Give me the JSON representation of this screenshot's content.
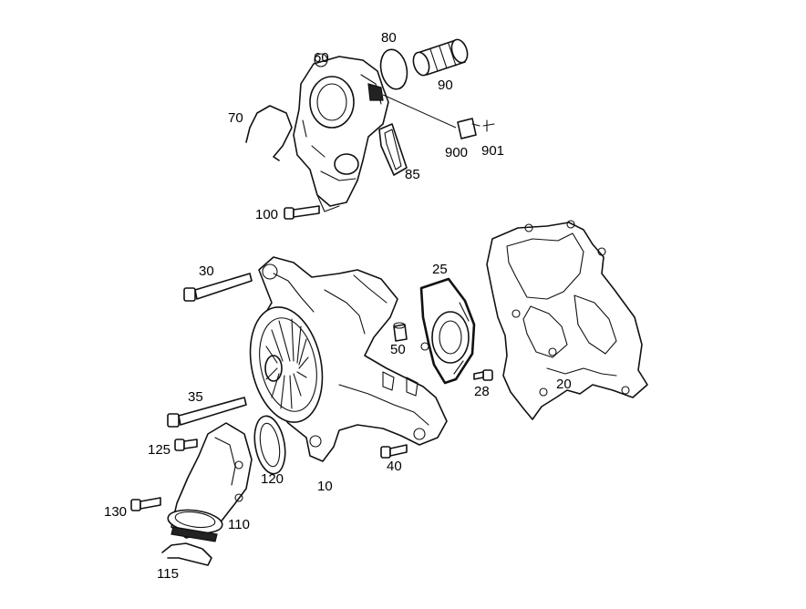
{
  "callouts": {
    "c80": "80",
    "c60": "60",
    "c90": "90",
    "c70": "70",
    "c900": "900",
    "c901": "901",
    "c85": "85",
    "c100": "100",
    "c30": "30",
    "c25": "25",
    "c20": "20",
    "c50": "50",
    "c28": "28",
    "c35": "35",
    "c125": "125",
    "c40": "40",
    "c120": "120",
    "c10": "10",
    "c130": "130",
    "c110": "110",
    "c115": "115"
  }
}
